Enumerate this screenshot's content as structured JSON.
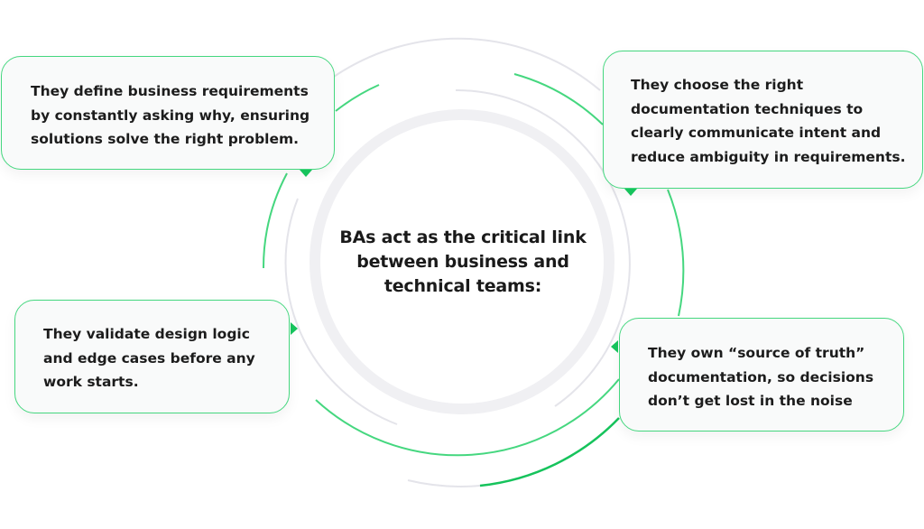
{
  "center": {
    "lines": [
      "BAs act as the critical link",
      "between business and",
      "technical teams:"
    ]
  },
  "cards": [
    {
      "id": "define-requirements",
      "lines": [
        "They define business requirements",
        "by constantly asking why, ensuring",
        "solutions solve the right problem."
      ]
    },
    {
      "id": "documentation-techniques",
      "lines": [
        "They choose the right",
        "documentation techniques to",
        "clearly communicate intent and",
        "reduce ambiguity in requirements."
      ]
    },
    {
      "id": "validate-design",
      "lines": [
        "They validate design logic",
        "and edge cases before any",
        "work starts."
      ]
    },
    {
      "id": "source-of-truth",
      "lines": [
        "They own “source of truth”",
        "documentation, so decisions",
        "don’t get lost in the noise"
      ]
    }
  ],
  "colors": {
    "accent_green": "#45d77f",
    "accent_green_dark": "#16c35c",
    "ring_gray": "#f0f0f3",
    "thin_gray": "#e4e4ea",
    "text": "#1c1c1c"
  }
}
